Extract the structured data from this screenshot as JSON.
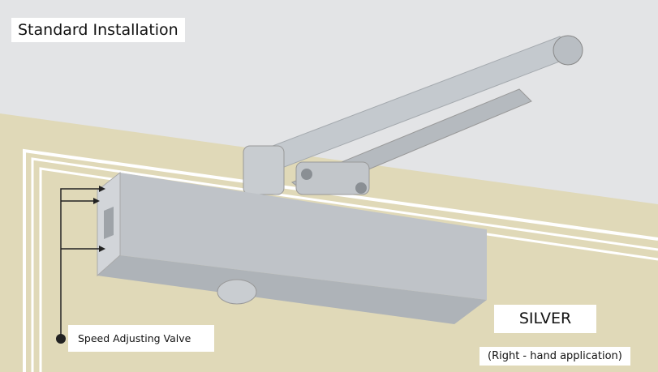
{
  "title": "Standard Installation",
  "callout": "Speed Adjusting Valve",
  "color_label": "SILVER",
  "application_note": "(Right - hand application)",
  "colors": {
    "wall": "#e3e4e6",
    "door": "#e0d9b8",
    "body": "#b9bec4",
    "callout_line": "#222222"
  },
  "icons": [
    "door-closer-image",
    "callout-dot-icon",
    "arrow-icon"
  ]
}
